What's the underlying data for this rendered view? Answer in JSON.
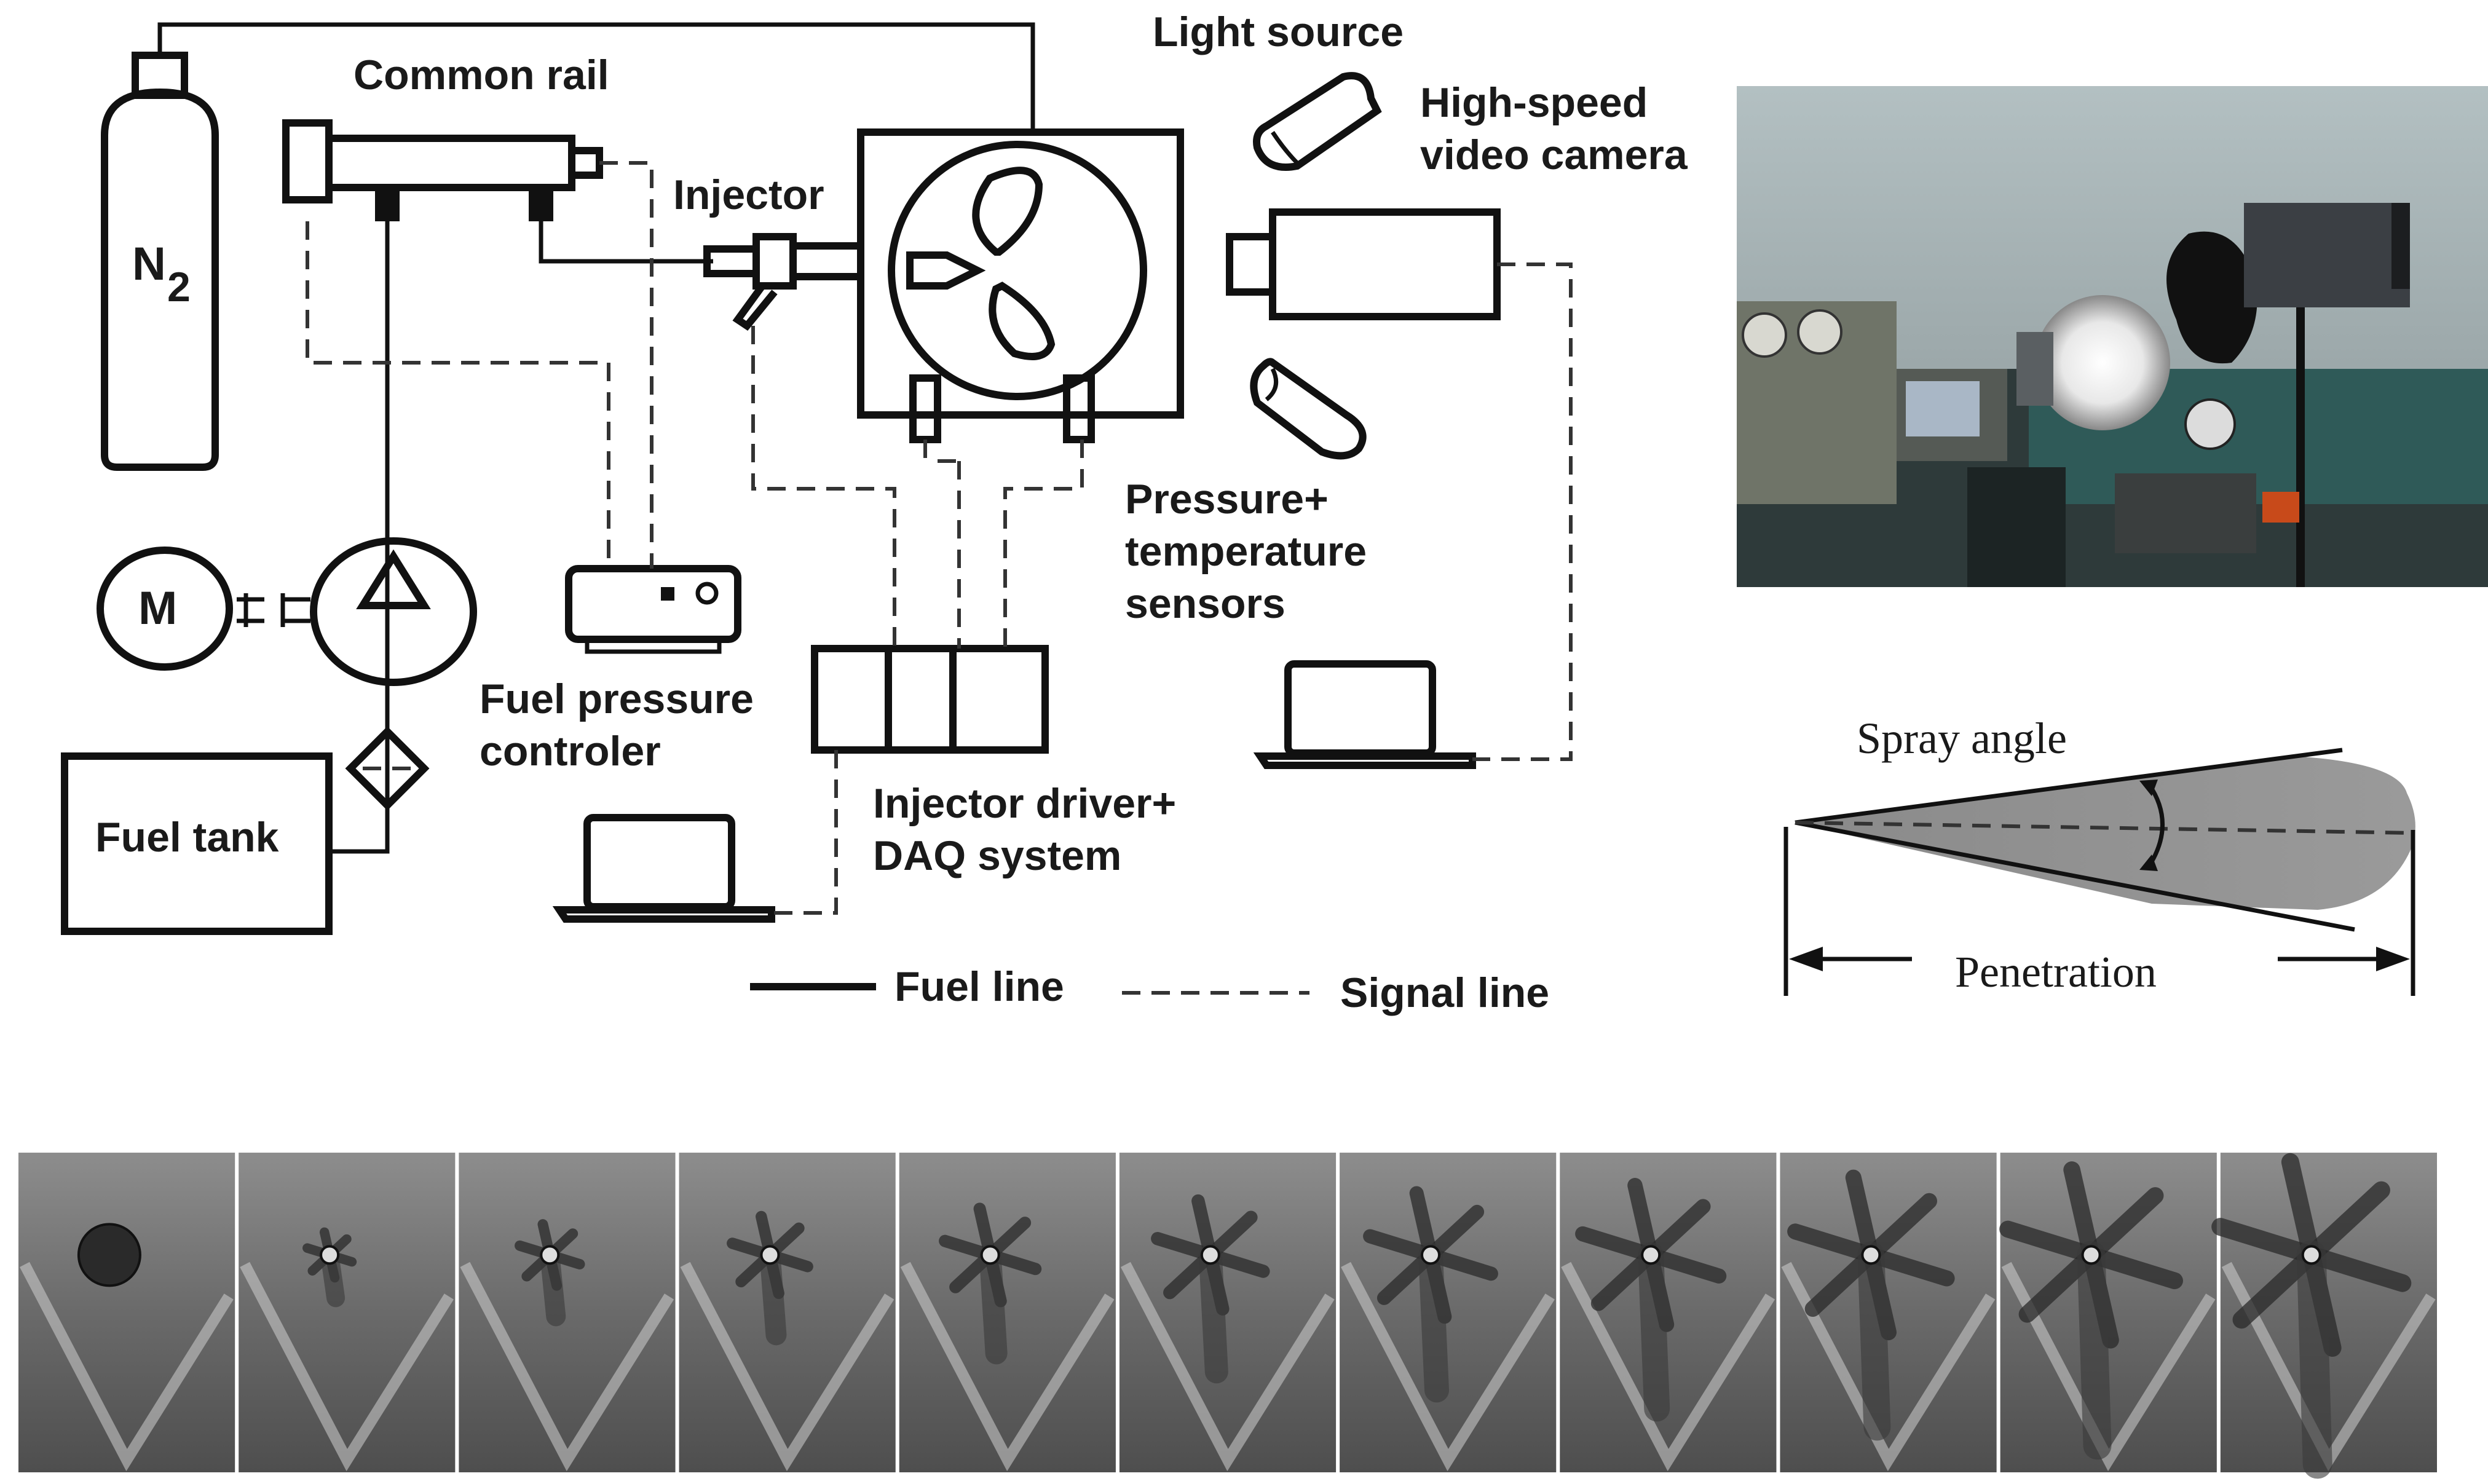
{
  "labels": {
    "n2": "N",
    "n2_sub": "2",
    "common_rail": "Common rail",
    "injector": "Injector",
    "light_source": "Light source",
    "camera_line1": "High-speed",
    "camera_line2": "video camera",
    "sensors_line1": "Pressure+",
    "sensors_line2": "temperature",
    "sensors_line3": "sensors",
    "motor": "M",
    "fuel_pressure_line1": "Fuel pressure",
    "fuel_pressure_line2": "controler",
    "fuel_tank": "Fuel tank",
    "driver_line1": "Injector driver+",
    "driver_line2": "DAQ system",
    "legend_fuel": "Fuel line",
    "legend_signal": "Signal line",
    "spray_angle": "Spray angle",
    "penetration": "Penetration"
  },
  "spray_frames": {
    "count": 11,
    "description_colors": {
      "dark": "#2a2a2a",
      "light": "#cfcfcf"
    }
  },
  "colors": {
    "line": "#111111",
    "photo_wall": "#aab6b8",
    "photo_bench": "#2f5a58"
  }
}
